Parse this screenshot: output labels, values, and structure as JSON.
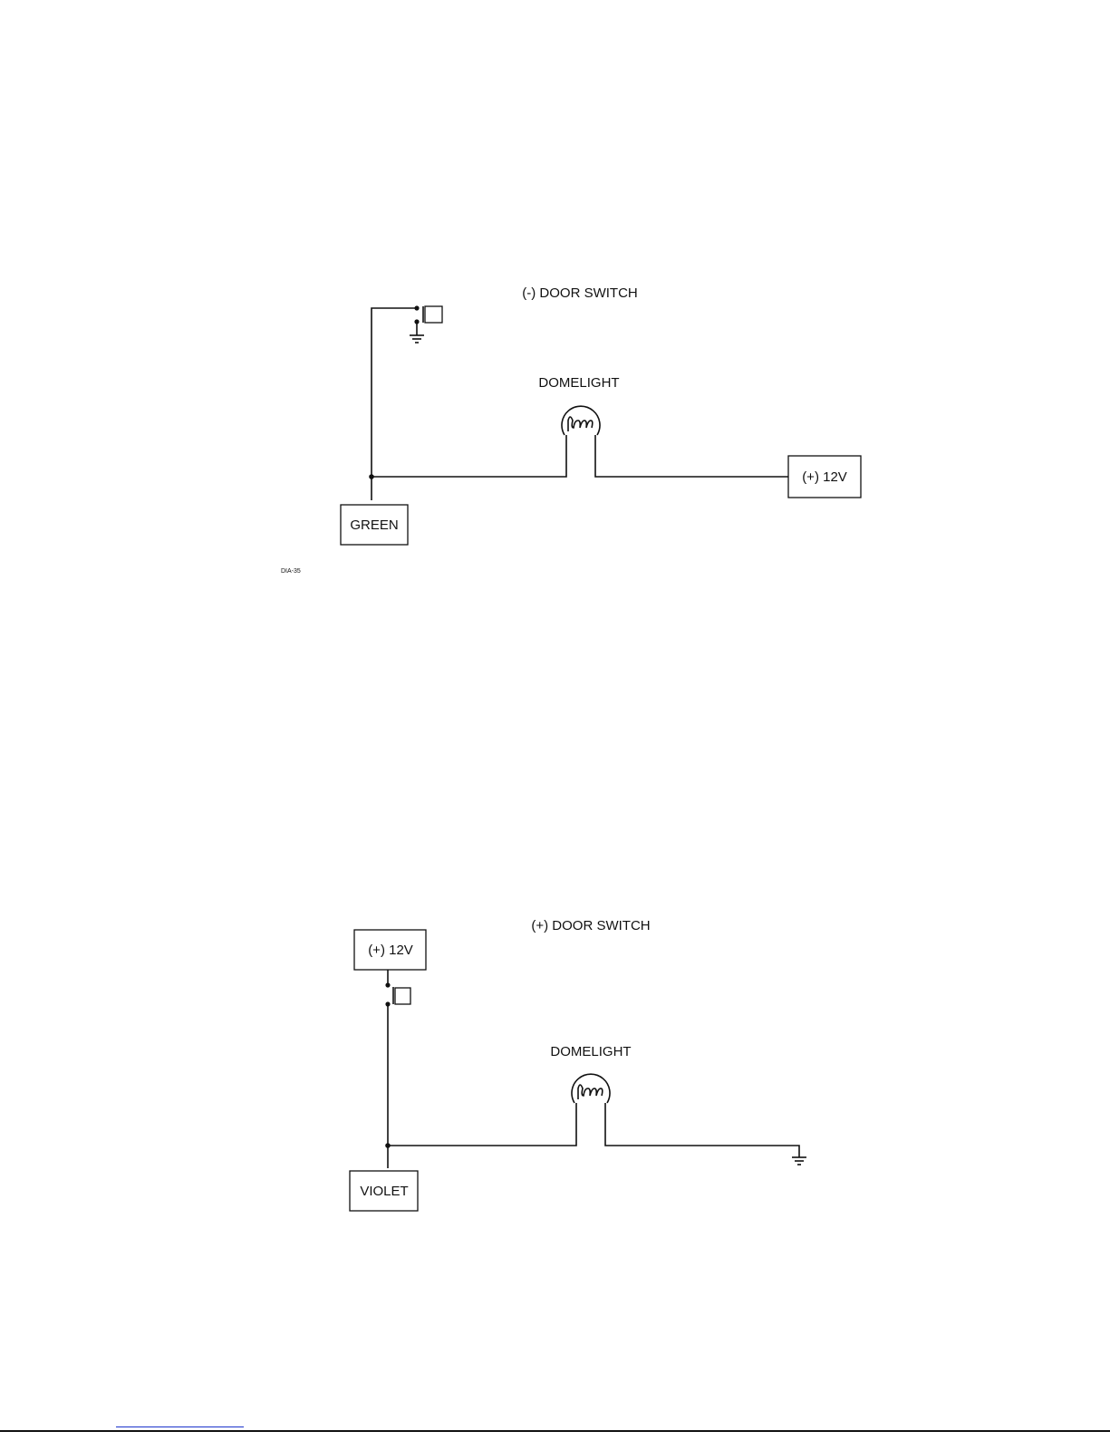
{
  "diagram_1": {
    "title": "(-) DOOR SWITCH",
    "lamp_label": "DOMELIGHT",
    "source_label": "(+) 12V",
    "wire_label": "GREEN",
    "figure_code": "DIA-35"
  },
  "diagram_2": {
    "title": "(+) DOOR SWITCH",
    "lamp_label": "DOMELIGHT",
    "source_label": "(+) 12V",
    "wire_label": "VIOLET"
  },
  "colors": {
    "ink": "#111111",
    "background": "#ffffff",
    "link_rule": "#1a33cc"
  }
}
